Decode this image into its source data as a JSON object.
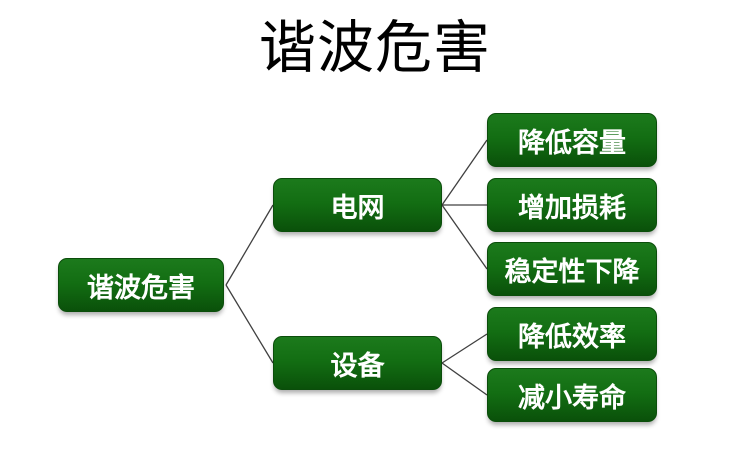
{
  "title": "谐波危害",
  "colors": {
    "background": "#ffffff",
    "title_text": "#000000",
    "node_top": "#1c7a1c",
    "node_mid": "#136e13",
    "node_bottom": "#0a510a",
    "node_border": "#0b4d0b",
    "node_text": "#ffffff",
    "line": "#404040"
  },
  "tree": {
    "root": {
      "label": "谐波危害"
    },
    "branches": [
      {
        "label": "电网",
        "children": [
          {
            "label": "降低容量"
          },
          {
            "label": "增加损耗"
          },
          {
            "label": "稳定性下降"
          }
        ]
      },
      {
        "label": "设备",
        "children": [
          {
            "label": "降低效率"
          },
          {
            "label": "减小寿命"
          }
        ]
      }
    ]
  }
}
